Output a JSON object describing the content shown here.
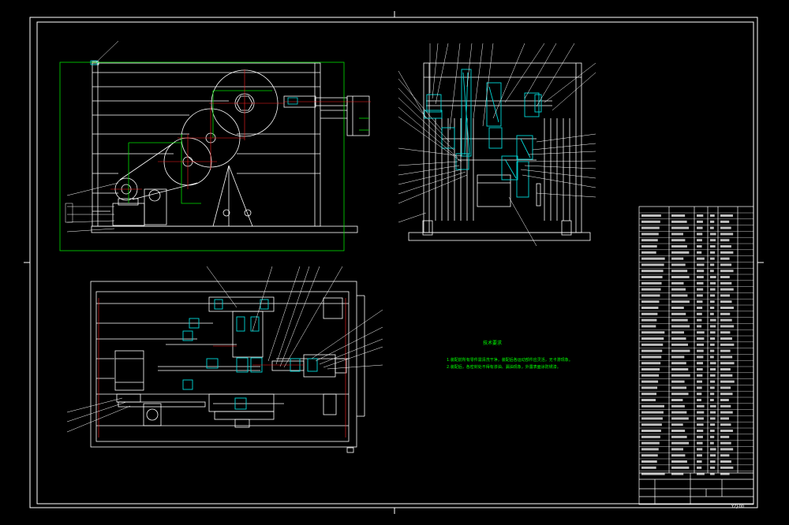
{
  "technical_requirements": {
    "title": "技术要求",
    "line_1": "1.装配前所有零件需清洗干净，装配后各运动部件应灵活，无卡滞现象。",
    "line_2": "2.装配后，各密封处不得有渗油、漏油现象，外露表面涂防锈漆。"
  },
  "drawing_number": "YZJ-00",
  "colors": {
    "line": "#ffffff",
    "leader": "#ffffff",
    "center_line": "#ff2020",
    "outline": "#00e000",
    "section": "#00d8d8",
    "text": "#00ff00"
  }
}
